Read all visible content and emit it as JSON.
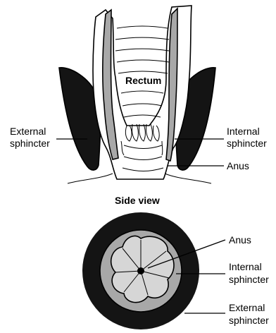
{
  "side_view": {
    "rectum_label": "Rectum",
    "external_sphincter_label_line1": "External",
    "external_sphincter_label_line2": "sphincter",
    "internal_sphincter_label_line1": "Internal",
    "internal_sphincter_label_line2": "sphincter",
    "anus_label": "Anus",
    "caption": "Side view"
  },
  "front_view": {
    "anus_label": "Anus",
    "internal_sphincter_label_line1": "Internal",
    "internal_sphincter_label_line2": "sphincter",
    "external_sphincter_label_line1": "External",
    "external_sphincter_label_line2": "sphincter"
  },
  "colors": {
    "external_muscle": "#141414",
    "internal_muscle": "#a8a8a8",
    "anal_lining": "#d6d6d6",
    "outline": "#000000",
    "background": "#ffffff"
  }
}
